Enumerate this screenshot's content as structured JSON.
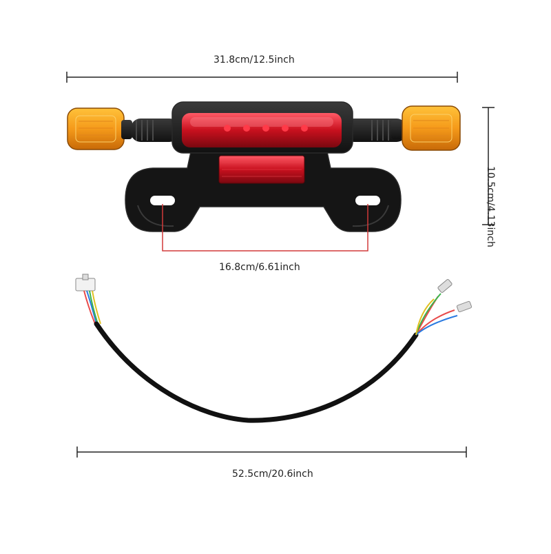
{
  "dimensions": {
    "overall_width": "31.8cm/12.5inch",
    "overall_height": "10.5cm/4.13inch",
    "mount_hole_spacing": "16.8cm/6.61inch",
    "cable_length": "52.5cm/20.6inch"
  },
  "colors": {
    "dimension_line": "#222222",
    "mount_spacing_line": "#d23a3a",
    "turn_signal_lens": "#f59a1a",
    "brake_lens": "#c8101e",
    "housing": "#1c1c1c"
  }
}
